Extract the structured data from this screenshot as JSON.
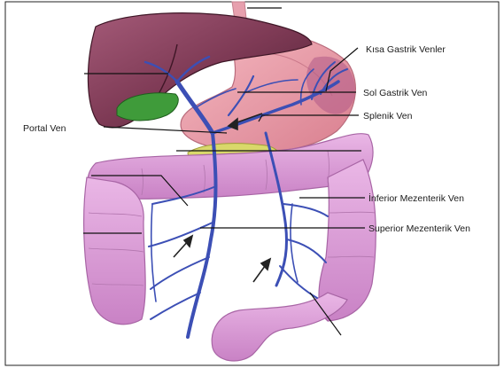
{
  "labels": {
    "kisa_gastrik": "Kısa Gastrik Venler",
    "sol_gastrik": "Sol Gastrik Ven",
    "splenik": "Splenik Ven",
    "portal": "Portal Ven",
    "inferior_mezenterik": "İnferior Mezenterik Ven",
    "superior_mezenterik": "Superior Mezenterik Ven"
  },
  "colors": {
    "liver": "#7e3a55",
    "stomach": "#e89aa6",
    "colon": "#d99ad6",
    "gallbladder": "#3f9b3a",
    "pancreas": "#d9d86a",
    "vein": "#3c4fb5"
  }
}
